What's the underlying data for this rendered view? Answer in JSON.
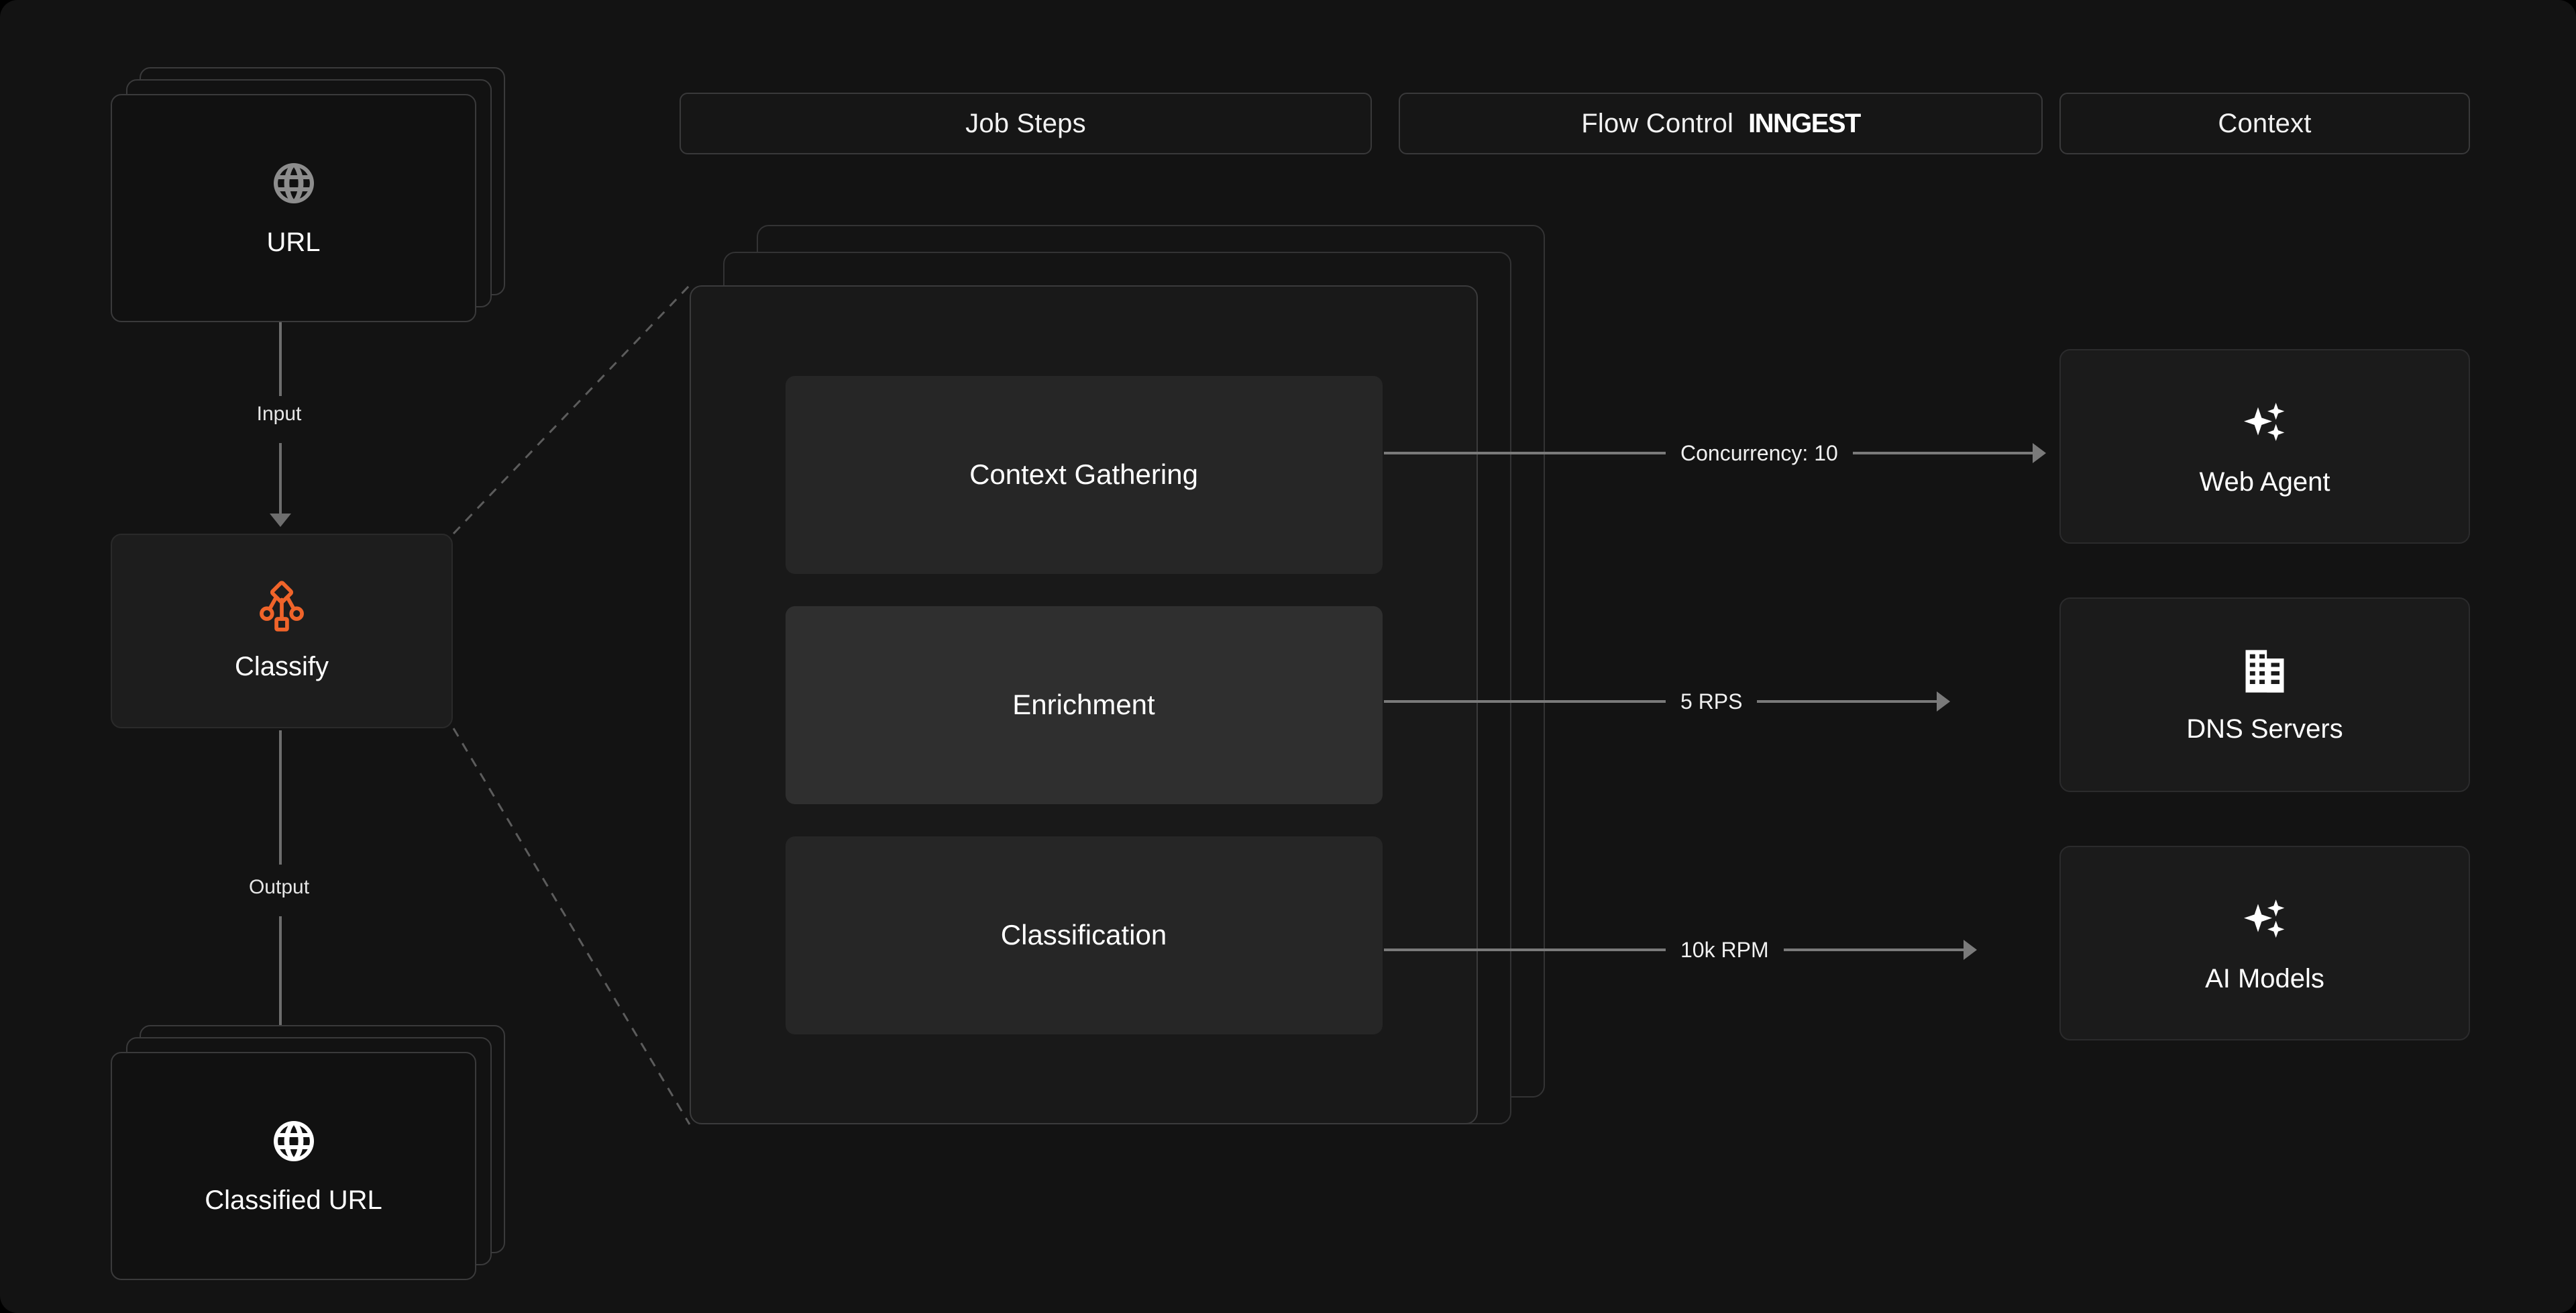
{
  "headers": {
    "job_steps": "Job Steps",
    "flow_control": "Flow Control",
    "brand": "INNGEST",
    "context": "Context"
  },
  "left_flow": {
    "input_node": {
      "label": "URL",
      "icon": "globe-icon"
    },
    "input_edge_label": "Input",
    "process_node": {
      "label": "Classify",
      "icon": "workflow-hierarchy-icon"
    },
    "output_edge_label": "Output",
    "output_node": {
      "label": "Classified URL",
      "icon": "globe-icon"
    }
  },
  "job_steps": [
    {
      "label": "Context Gathering",
      "active": false
    },
    {
      "label": "Enrichment",
      "active": true
    },
    {
      "label": "Classification",
      "active": false
    }
  ],
  "flow_controls": [
    {
      "label": "Concurrency: 10"
    },
    {
      "label": "5 RPS"
    },
    {
      "label": "10k RPM"
    }
  ],
  "context_nodes": [
    {
      "label": "Web Agent",
      "icon": "sparkles-icon"
    },
    {
      "label": "DNS Servers",
      "icon": "building-icon"
    },
    {
      "label": "AI Models",
      "icon": "sparkles-icon"
    }
  ],
  "colors": {
    "background": "#131313",
    "accent": "#f0642a",
    "border": "#3a3a3b",
    "connector": "#7a7a7a",
    "text": "#ffffff"
  }
}
